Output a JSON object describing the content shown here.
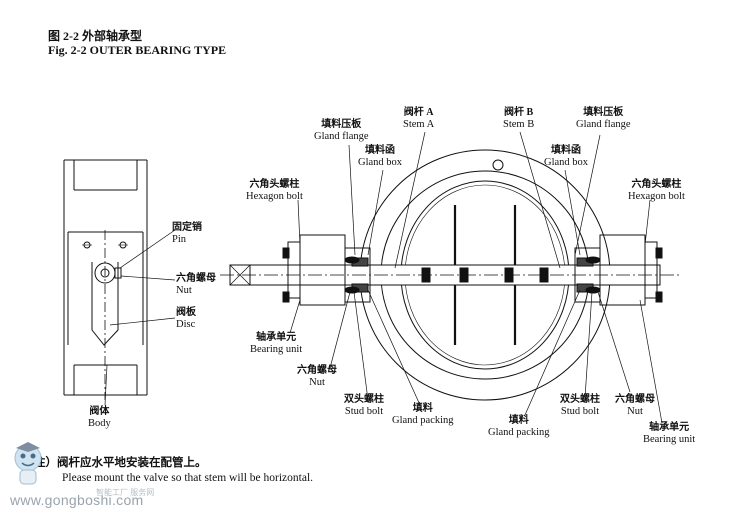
{
  "title": {
    "zh": "图 2-2   外部轴承型",
    "en": "Fig. 2-2   OUTER BEARING TYPE"
  },
  "labels": {
    "pin": {
      "zh": "固定销",
      "en": "Pin"
    },
    "nut_left": {
      "zh": "六角螺母",
      "en": "Nut"
    },
    "disc": {
      "zh": "阀板",
      "en": "Disc"
    },
    "body": {
      "zh": "阀体",
      "en": "Body"
    },
    "hex_bolt_left": {
      "zh": "六角头螺柱",
      "en": "Hexagon bolt"
    },
    "gland_flange_left": {
      "zh": "填料压板",
      "en": "Gland flange"
    },
    "stem_a": {
      "zh": "阀杆 A",
      "en": "Stem A"
    },
    "gland_box_left": {
      "zh": "填料函",
      "en": "Gland box"
    },
    "stem_b": {
      "zh": "阀杆 B",
      "en": "Stem B"
    },
    "gland_flange_right": {
      "zh": "填料压板",
      "en": "Gland flange"
    },
    "gland_box_right": {
      "zh": "填料函",
      "en": "Gland box"
    },
    "hex_bolt_right": {
      "zh": "六角头螺柱",
      "en": "Hexagon bolt"
    },
    "bearing_unit_left": {
      "zh": "轴承单元",
      "en": "Bearing unit"
    },
    "nut_mid": {
      "zh": "六角螺母",
      "en": "Nut"
    },
    "stud_bolt_left": {
      "zh": "双头螺柱",
      "en": "Stud bolt"
    },
    "gland_packing_left": {
      "zh": "填料",
      "en": "Gland packing"
    },
    "gland_packing_right": {
      "zh": "填料",
      "en": "Gland packing"
    },
    "stud_bolt_right": {
      "zh": "双头螺柱",
      "en": "Stud bolt"
    },
    "nut_right": {
      "zh": "六角螺母",
      "en": "Nut"
    },
    "bearing_unit_right": {
      "zh": "轴承单元",
      "en": "Bearing unit"
    }
  },
  "note": {
    "zh": "注）阀杆应水平地安装在配管上。",
    "en": "Please mount the valve so that stem will be horizontal."
  },
  "watermark": {
    "url": "www.gongboshi.com",
    "sub": "智能工厂  服务网"
  }
}
